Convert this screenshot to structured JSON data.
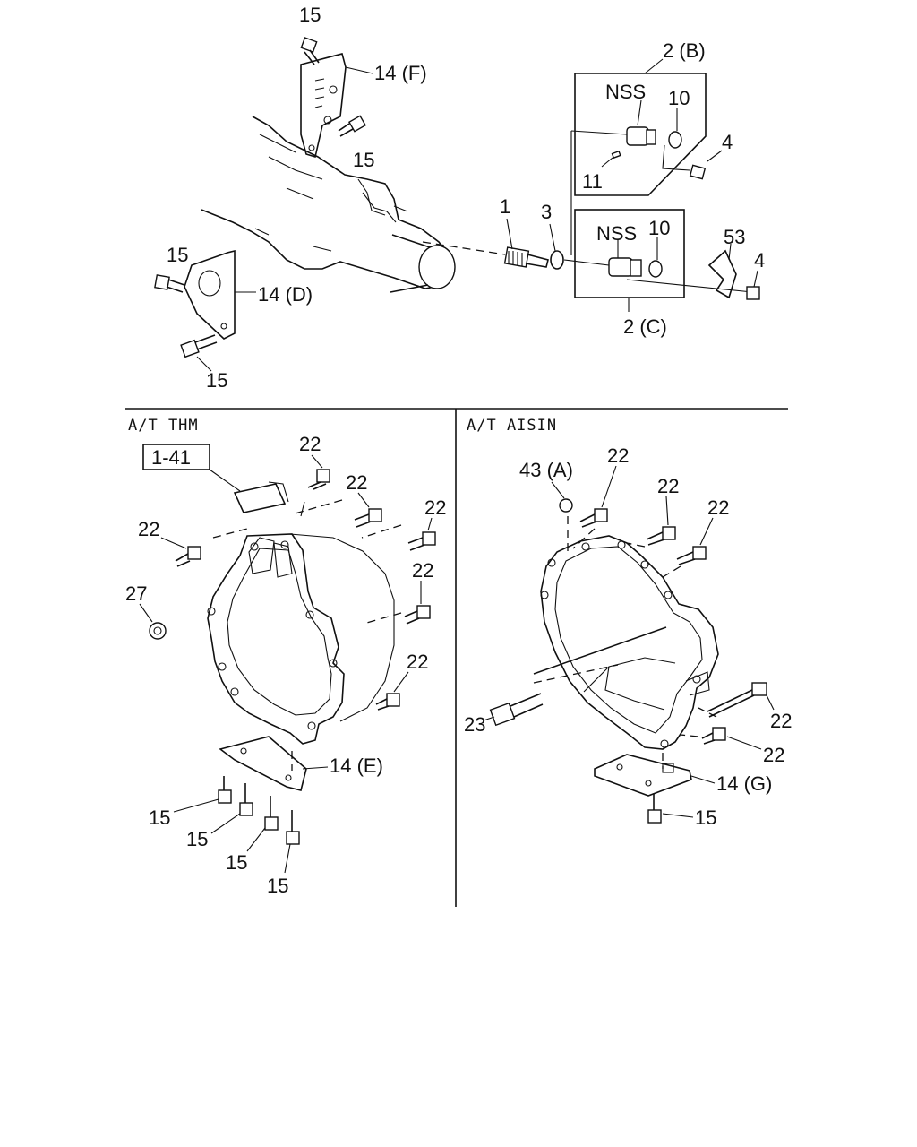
{
  "sections": {
    "left": "A/T THM",
    "right": "A/T AISIN"
  },
  "ref_box": "1-41",
  "labels": {
    "top": [
      {
        "id": "p15a",
        "text": "15"
      },
      {
        "id": "p14f",
        "text": "14 (F)"
      },
      {
        "id": "p15b",
        "text": "15"
      },
      {
        "id": "p2b",
        "text": "2 (B)"
      },
      {
        "id": "nss1",
        "text": "NSS"
      },
      {
        "id": "p10a",
        "text": "10"
      },
      {
        "id": "p4a",
        "text": "4"
      },
      {
        "id": "p11",
        "text": "11"
      },
      {
        "id": "p1",
        "text": "1"
      },
      {
        "id": "p3",
        "text": "3"
      },
      {
        "id": "nss2",
        "text": "NSS"
      },
      {
        "id": "p10b",
        "text": "10"
      },
      {
        "id": "p53",
        "text": "53"
      },
      {
        "id": "p4b",
        "text": "4"
      },
      {
        "id": "p2c",
        "text": "2 (C)"
      },
      {
        "id": "p15c",
        "text": "15"
      },
      {
        "id": "p14d",
        "text": "14 (D)"
      },
      {
        "id": "p15d",
        "text": "15"
      }
    ],
    "thm": [
      {
        "id": "t22a",
        "text": "22"
      },
      {
        "id": "t22b",
        "text": "22"
      },
      {
        "id": "t22c",
        "text": "22"
      },
      {
        "id": "t22d",
        "text": "22"
      },
      {
        "id": "t22e",
        "text": "22"
      },
      {
        "id": "t22f",
        "text": "22"
      },
      {
        "id": "t27",
        "text": "27"
      },
      {
        "id": "t14e",
        "text": "14 (E)"
      },
      {
        "id": "t15a",
        "text": "15"
      },
      {
        "id": "t15b",
        "text": "15"
      },
      {
        "id": "t15c",
        "text": "15"
      },
      {
        "id": "t15d",
        "text": "15"
      }
    ],
    "aisin": [
      {
        "id": "a43a",
        "text": "43 (A)"
      },
      {
        "id": "a22a",
        "text": "22"
      },
      {
        "id": "a22b",
        "text": "22"
      },
      {
        "id": "a22c",
        "text": "22"
      },
      {
        "id": "a23",
        "text": "23"
      },
      {
        "id": "a22d",
        "text": "22"
      },
      {
        "id": "a22e",
        "text": "22"
      },
      {
        "id": "a14g",
        "text": "14 (G)"
      },
      {
        "id": "a15",
        "text": "15"
      }
    ]
  }
}
